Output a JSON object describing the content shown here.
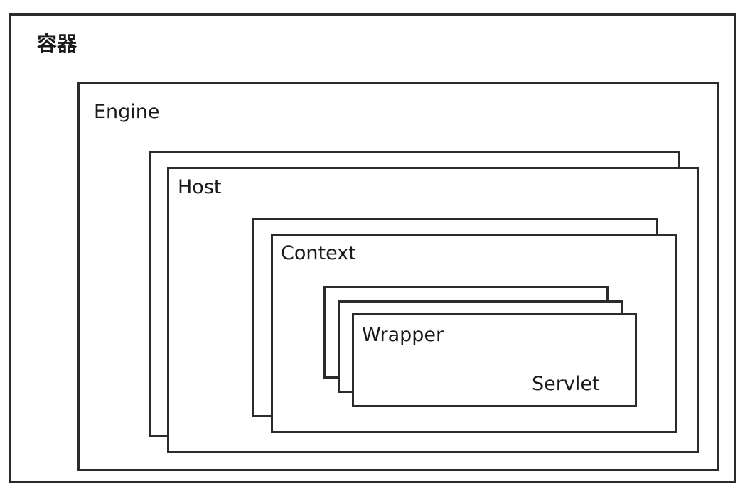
{
  "diagram": {
    "container_label": "容器",
    "engine_label": "Engine",
    "host_label": "Host",
    "context_label": "Context",
    "wrapper_label": "Wrapper",
    "servlet_label": "Servlet"
  },
  "colors": {
    "border": "#2b2b2b",
    "background": "#ffffff",
    "text": "#1a1a1a"
  }
}
